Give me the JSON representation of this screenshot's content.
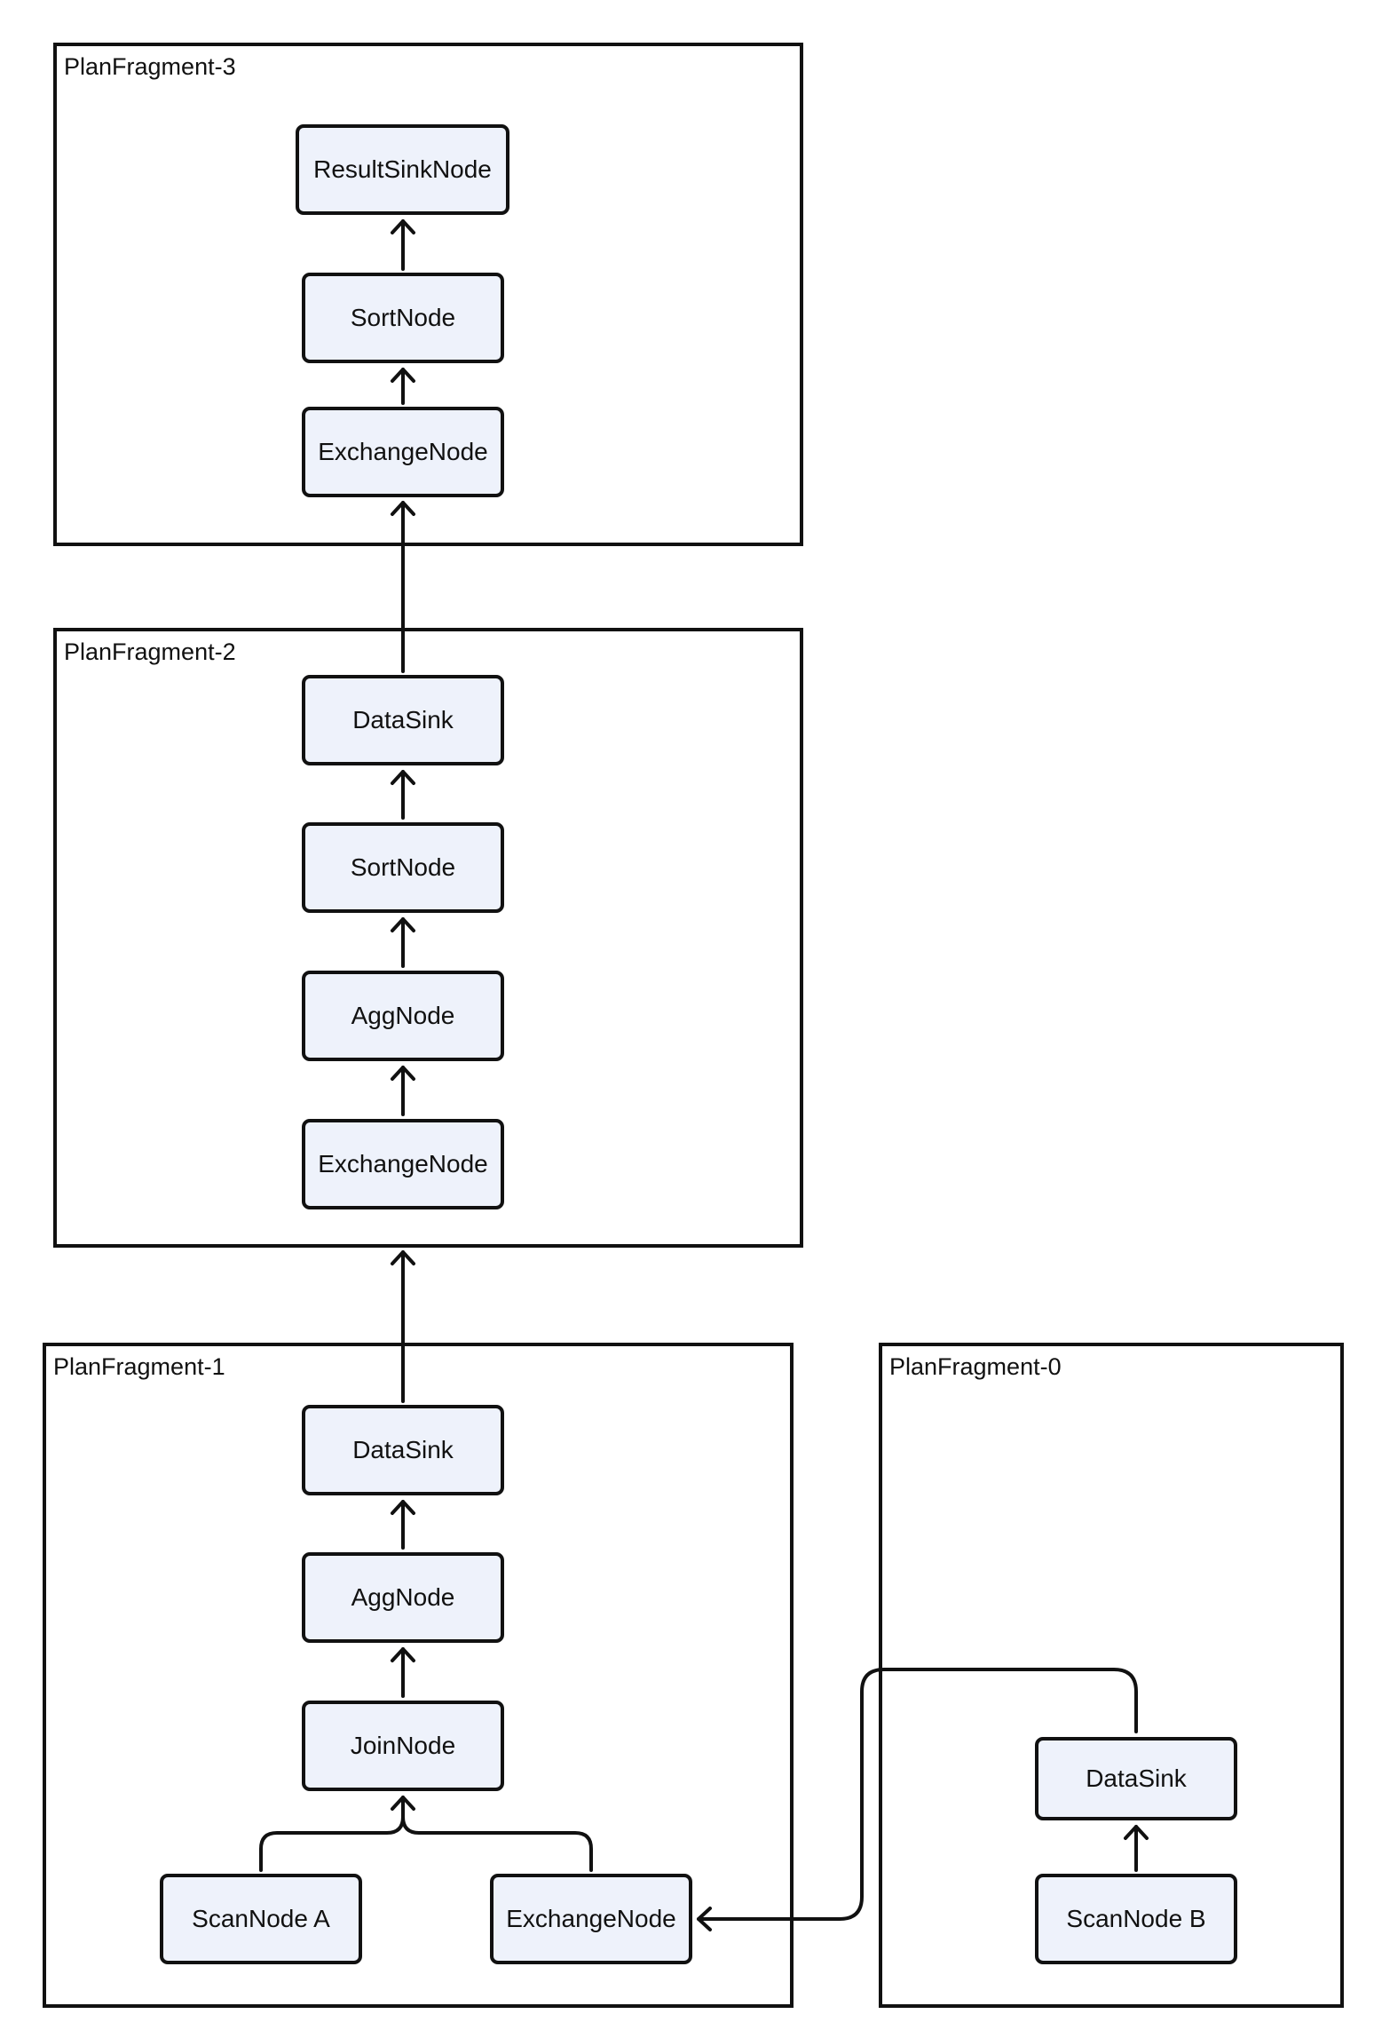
{
  "fragments": {
    "f3": {
      "title": "PlanFragment-3",
      "nodes": {
        "result_sink": "ResultSinkNode",
        "sort": "SortNode",
        "exchange": "ExchangeNode"
      }
    },
    "f2": {
      "title": "PlanFragment-2",
      "nodes": {
        "data_sink": "DataSink",
        "sort": "SortNode",
        "agg": "AggNode",
        "exchange": "ExchangeNode"
      }
    },
    "f1": {
      "title": "PlanFragment-1",
      "nodes": {
        "data_sink": "DataSink",
        "agg": "AggNode",
        "join": "JoinNode",
        "scan_a": "ScanNode A",
        "exchange": "ExchangeNode"
      }
    },
    "f0": {
      "title": "PlanFragment-0",
      "nodes": {
        "data_sink": "DataSink",
        "scan_b": "ScanNode B"
      }
    }
  }
}
